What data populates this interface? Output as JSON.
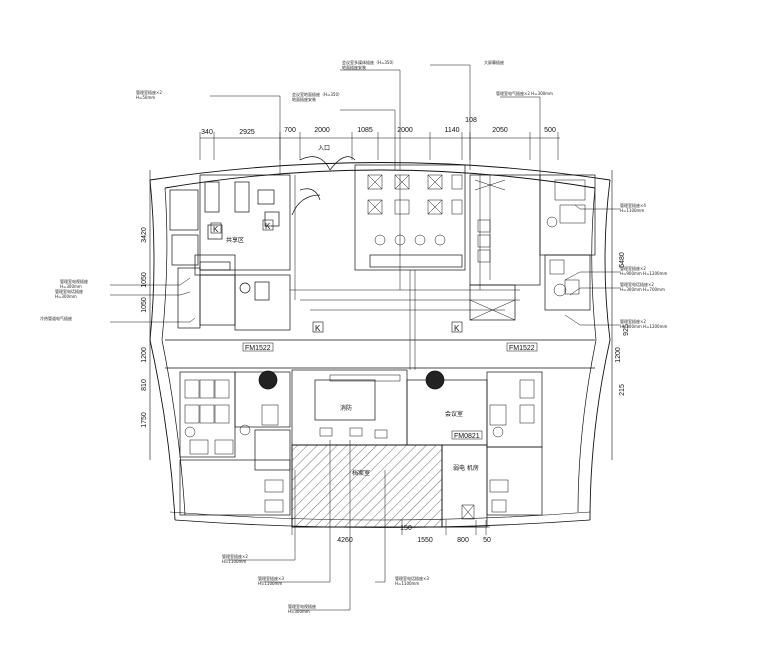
{
  "top_dimensions": [
    "340",
    "2925",
    "700",
    "2000",
    "1085",
    "2000",
    "1140",
    "108",
    "2050",
    "500"
  ],
  "bottom_dimensions": [
    "4260",
    "1550",
    "800",
    "50",
    "150"
  ],
  "left_dimensions": [
    "3420",
    "1050",
    "1050",
    "1200",
    "810",
    "1750"
  ],
  "right_dimensions": [
    "5480",
    "1200",
    "925",
    "215"
  ],
  "rooms": {
    "entrance": "入口",
    "shared_area": "共享区",
    "meeting_room": "会议室",
    "archive": "档案室",
    "fire_control": "消防",
    "equipment": "弱电 机房"
  },
  "door_tags": [
    "FM1522",
    "FM1522",
    "FM0821"
  ],
  "k_tag": "K",
  "annotations": {
    "top_a": "会议室多媒体插座（H=350）\n地面插座安装",
    "top_b": "大屏幕插座",
    "top_c": "会议室地面插座（H=350）\n地面插座安装",
    "top_d": "管理室插座×2\nH=50mm",
    "top_e": "管理室电气插座×2 H=300mm",
    "right_a": "管理室插座×4\nH=1100mm",
    "right_b": "管理室插座×2\nH=900mm H=1200mm",
    "right_c": "管理室电话插座×2\nH=300mm H=700mm",
    "right_d": "管理室插座×2\nH=300mm H=1200mm",
    "left_a": "管理室电视插座\nH=300mm",
    "left_b": "管理室电话插座\nH=300mm",
    "left_c": "冷热管道电气插座",
    "bottom_a": "管理室插座×2\nH=1100mm",
    "bottom_b": "管理室插座×3\nH=1100mm",
    "bottom_c": "管理室电话插座×3\nH=1100mm",
    "bottom_d": "管理室电视插座\nH=300mm"
  }
}
